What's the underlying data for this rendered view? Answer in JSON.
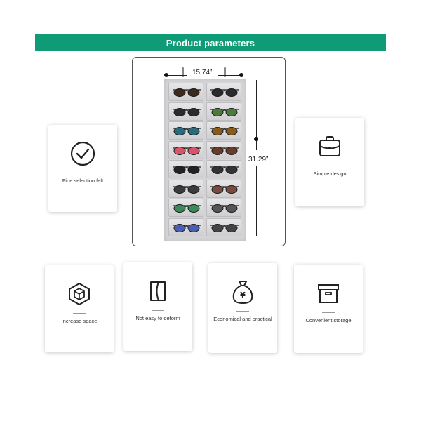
{
  "banner": {
    "title": "Product parameters"
  },
  "dimensions": {
    "width": "15.74”",
    "height": "31.29”"
  },
  "features": [
    {
      "label": "Fine selection felt",
      "icon": "check-circle-icon"
    },
    {
      "label": "Simple design",
      "icon": "bag-icon"
    },
    {
      "label": "Increase space",
      "icon": "cube-icon"
    },
    {
      "label": "Not easy to deform",
      "icon": "panel-icon"
    },
    {
      "label": "Economical and practical",
      "icon": "money-bag-icon"
    },
    {
      "label": "Convenient storage",
      "icon": "storage-box-icon"
    }
  ],
  "colors": {
    "accent": "#0f9b76"
  }
}
